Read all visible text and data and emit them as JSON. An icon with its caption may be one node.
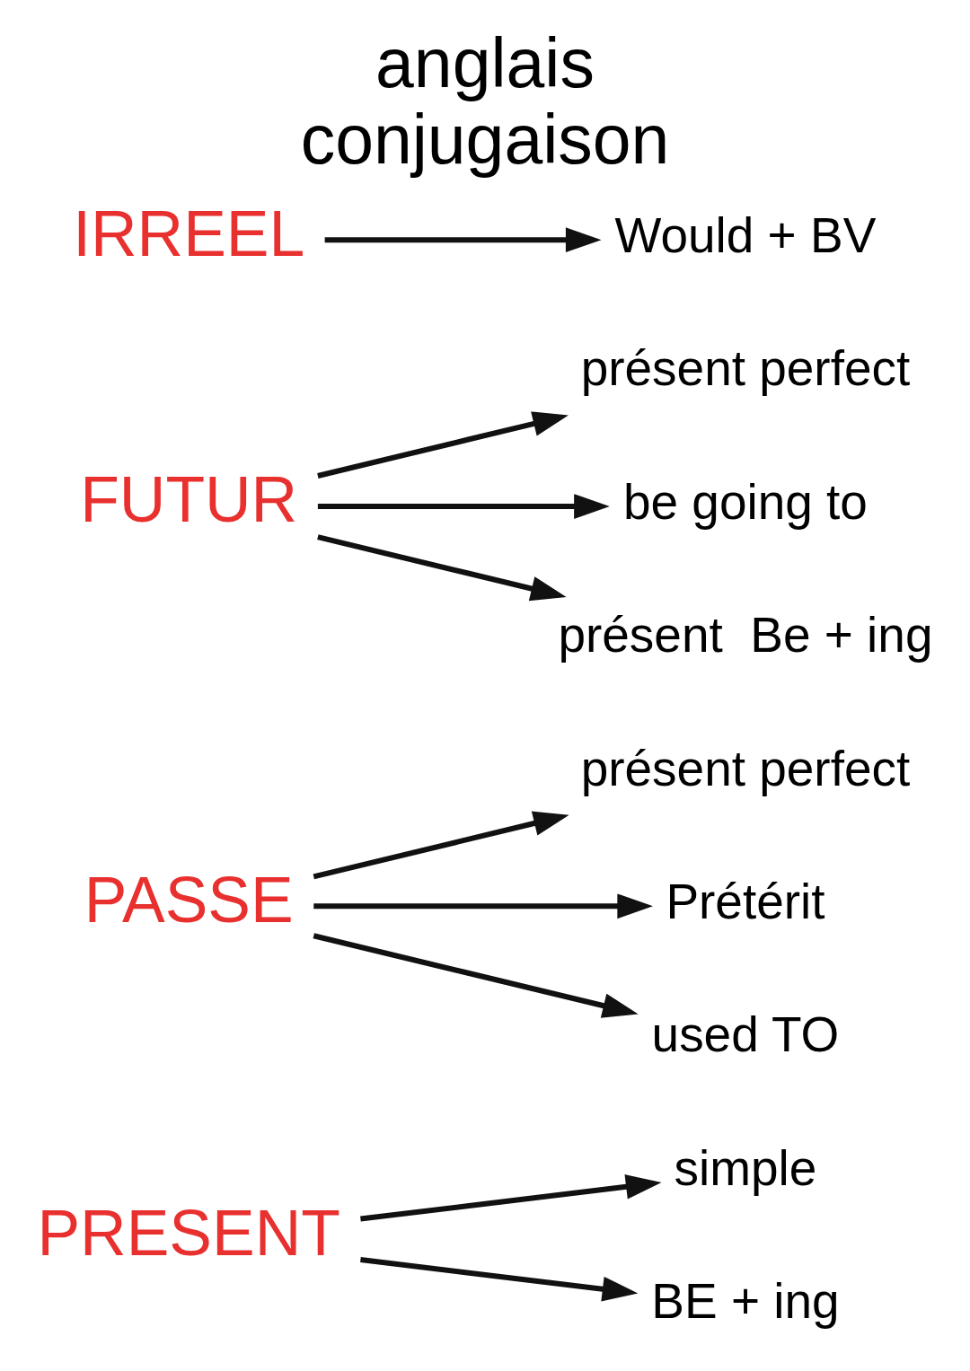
{
  "diagram": {
    "title": "anglais",
    "caption": "conjugaison",
    "nodes": [
      {
        "text": [
          "PRESENT"
        ]
      },
      {
        "text": [
          "simple"
        ]
      },
      {
        "text": [
          "BE + ing"
        ]
      },
      {
        "text": [
          "PASSE"
        ]
      },
      {
        "text": [
          "présent perfect"
        ]
      },
      {
        "text": [
          "Prétérit"
        ]
      },
      {
        "text": [
          "used TO"
        ]
      },
      {
        "text": [
          "FUTUR"
        ]
      },
      {
        "text": [
          "présent perfect"
        ]
      },
      {
        "text": [
          "be going to"
        ]
      },
      {
        "text": [
          "présent  Be + ing"
        ]
      },
      {
        "text": [
          "IRREEL"
        ]
      },
      {
        "text": [
          "Would + BV"
        ]
      }
    ],
    "edges": [
      {
        "from": 0,
        "to": 1,
        "arrow": "to"
      },
      {
        "from": 0,
        "to": 2,
        "arrow": "to"
      },
      {
        "from": 3,
        "to": 4,
        "arrow": "to"
      },
      {
        "from": 3,
        "to": 5,
        "arrow": "to"
      },
      {
        "from": 3,
        "to": 6,
        "arrow": "to"
      },
      {
        "from": 7,
        "to": 8,
        "arrow": "to"
      },
      {
        "from": 7,
        "to": 9,
        "arrow": "to"
      },
      {
        "from": 7,
        "to": 10,
        "arrow": "to"
      },
      {
        "from": 11,
        "to": 12,
        "arrow": "to"
      }
    ]
  }
}
